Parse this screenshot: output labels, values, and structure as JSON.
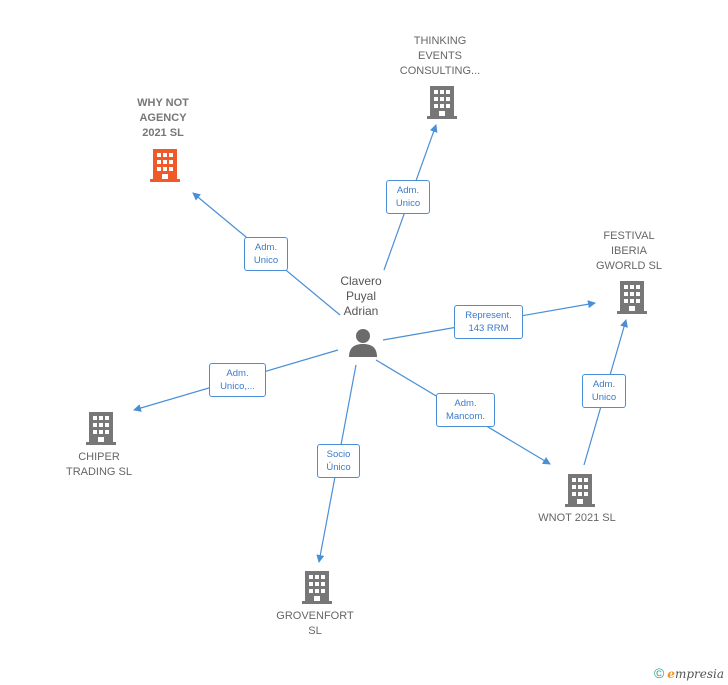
{
  "center": {
    "label": "Clavero\nPuyal\nAdrian"
  },
  "nodes": {
    "why_not": {
      "label": "WHY NOT\nAGENCY\n2021  SL"
    },
    "thinking": {
      "label": "THINKING\nEVENTS\nCONSULTING..."
    },
    "festival": {
      "label": "FESTIVAL\nIBERIA\nGWORLD  SL"
    },
    "chiper": {
      "label": "CHIPER\nTRADING  SL"
    },
    "grovenfort": {
      "label": "GROVENFORT\nSL"
    },
    "wnot": {
      "label": "WNOT 2021  SL"
    }
  },
  "edges": {
    "why_not": {
      "label": "Adm.\nUnico"
    },
    "thinking": {
      "label": "Adm.\nUnico"
    },
    "festival": {
      "label": "Represent.\n143 RRM"
    },
    "chiper": {
      "label": "Adm.\nUnico,..."
    },
    "grovenfort": {
      "label": "Socio\nÚnico"
    },
    "wnot": {
      "label": "Adm.\nMancom."
    },
    "wnot_festival": {
      "label": "Adm.\nUnico"
    }
  },
  "colors": {
    "edge": "#4a8fd6",
    "building": "#777777",
    "building_focus": "#f05a28",
    "person": "#6b6b6b"
  },
  "footer": {
    "copyright": "©",
    "brand_e": "e",
    "brand_rest": "mpresia"
  }
}
